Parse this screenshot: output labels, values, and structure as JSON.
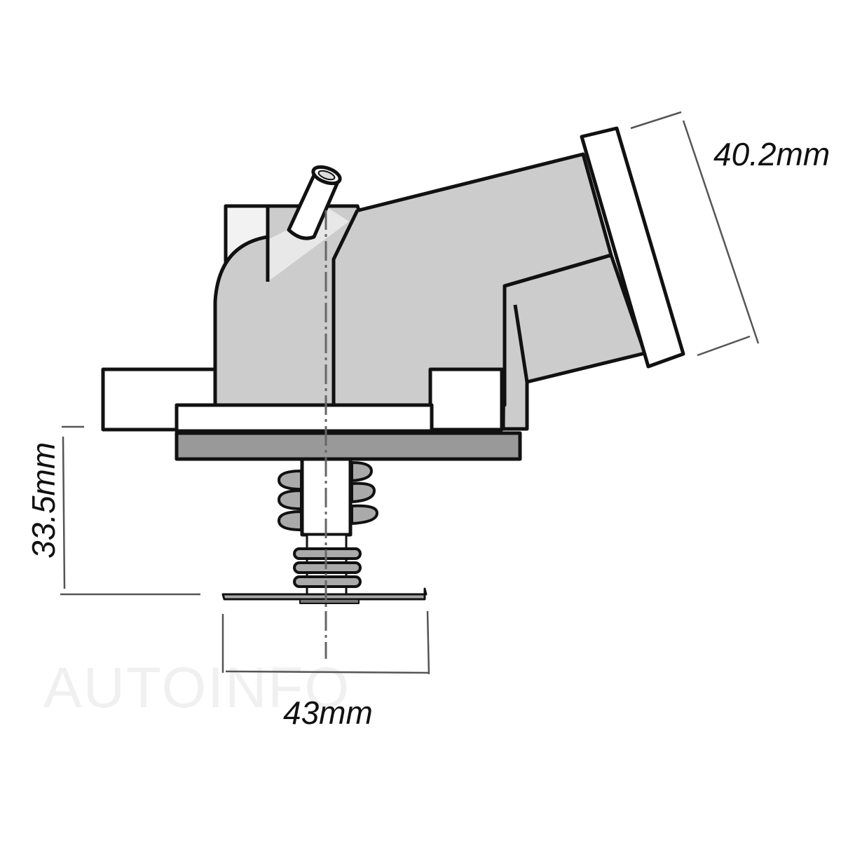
{
  "diagram": {
    "subject": "Thermostat housing assembly",
    "dimensions": {
      "outlet_diameter": "40.2mm",
      "valve_height": "33.5mm",
      "valve_width": "43mm"
    },
    "watermark": "AUTOINFO",
    "colors": {
      "housing_fill": "#cccccc",
      "gasket_fill": "#999999",
      "flange_fill": "#ffffff",
      "outline": "#111111",
      "dimension_line": "#555555"
    },
    "parts": [
      "outlet-flange",
      "housing-body",
      "bleed-pipe",
      "mounting-flange",
      "gasket",
      "spring",
      "valve-disc",
      "centerline"
    ]
  }
}
